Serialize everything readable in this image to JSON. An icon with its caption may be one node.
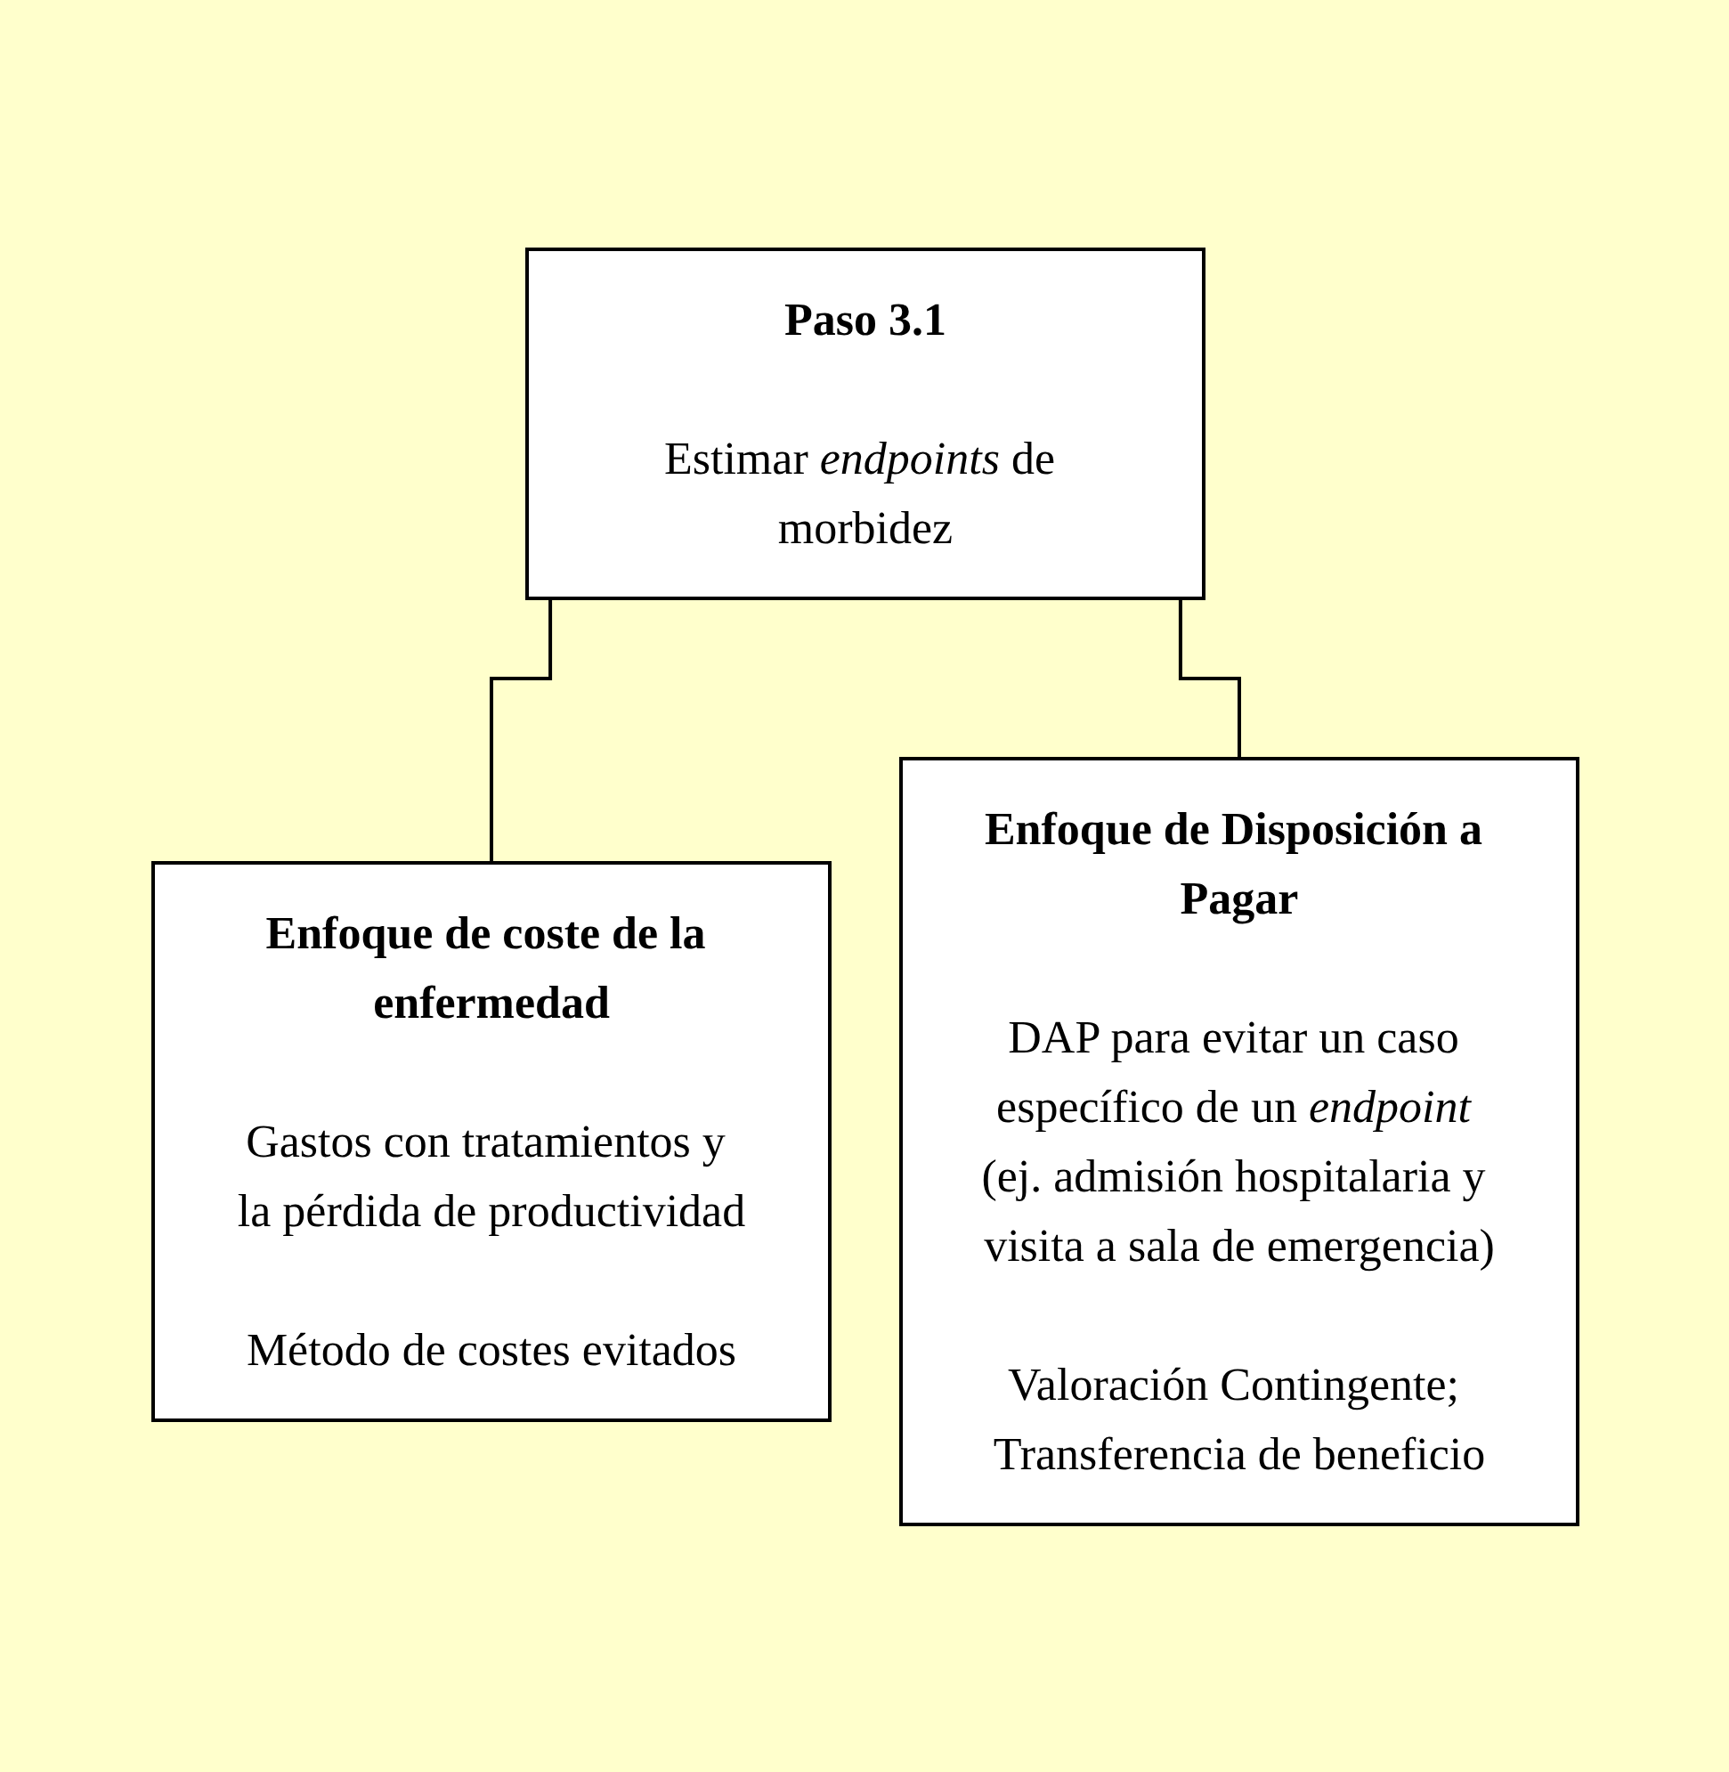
{
  "diagram": {
    "nodes": [
      {
        "text": [
          "Paso 3.1",
          "Estimar *endpoints* de morbidez"
        ]
      },
      {
        "text": [
          "Enfoque de coste de la enfermedad",
          "Gastos con tratamientos y la pérdida de productividad",
          "Método de costes evitados"
        ]
      },
      {
        "text": [
          "Enfoque de Disposición a Pagar",
          "DAP para evitar un caso específico de un *endpoint* (ej. admisión hospitalaria y visita a sala de emergencia)",
          "Valoración Contingente; Transferencia de beneficio"
        ]
      }
    ],
    "edges": [
      {
        "from": 0,
        "to": 1,
        "arrow": "none"
      },
      {
        "from": 0,
        "to": 2,
        "arrow": "none"
      }
    ]
  }
}
